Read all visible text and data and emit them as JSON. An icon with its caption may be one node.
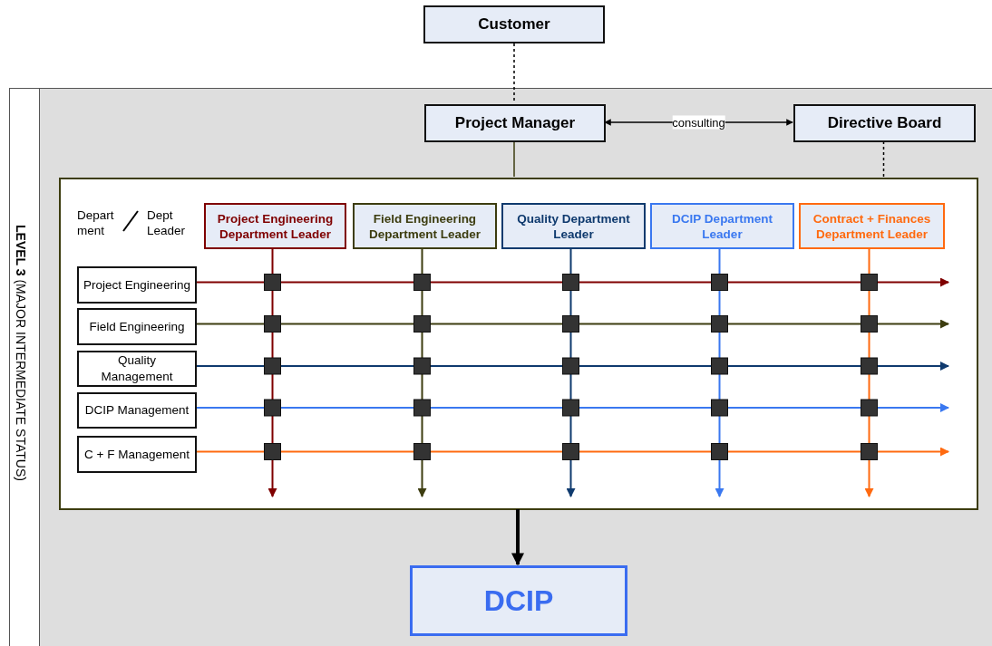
{
  "diagram": {
    "nodes": [
      {
        "text": [
          "Customer"
        ]
      },
      {
        "text": [
          "**LEVEL 3** (MAJOR INTERMEDIATE STATUS)"
        ]
      },
      {
        "text": [
          "Project Manager"
        ],
        "in": 1
      },
      {
        "text": [
          "Directive Board"
        ],
        "in": 1
      },
      {
        "text": [],
        "shape": "box",
        "in": 1
      },
      {
        "text": [
          "Project Engineering Department Leader"
        ],
        "in": 4
      },
      {
        "text": [
          "Field Engineering Department Leader"
        ],
        "in": 4
      },
      {
        "text": [
          "Quality Department Leader"
        ],
        "in": 4
      },
      {
        "text": [
          "DCIP Department Leader"
        ],
        "in": 4
      },
      {
        "text": [
          "Contract + Finances Department Leader"
        ],
        "in": 4
      },
      {
        "text": [
          "Project Engineering"
        ],
        "in": 4
      },
      {
        "text": [
          "Field Engineering"
        ],
        "in": 4
      },
      {
        "text": [
          "Quality Management"
        ],
        "in": 4
      },
      {
        "text": [
          "DCIP Management"
        ],
        "in": 4
      },
      {
        "text": [
          "C + F Management"
        ],
        "in": 4
      },
      {
        "text": [
          "DCIP"
        ],
        "in": 1
      }
    ],
    "edges": [
      {
        "from": 0,
        "to": 2,
        "arrow": "none",
        "style": "dashed"
      },
      {
        "from": 2,
        "to": 3,
        "arrow": "both",
        "label": "consulting"
      },
      {
        "from": 2,
        "to": 4,
        "arrow": "none",
        "color": "#3d3d10"
      },
      {
        "from": 3,
        "to": 4,
        "arrow": "none",
        "style": "dashed"
      },
      {
        "from": 4,
        "to": 15,
        "arrow": "to",
        "style": "thick"
      },
      {
        "from": 5,
        "to": null,
        "arrow": "to",
        "color": "#7f0000"
      },
      {
        "from": 6,
        "to": null,
        "arrow": "to",
        "color": "#3d3d10"
      },
      {
        "from": 7,
        "to": null,
        "arrow": "to",
        "color": "#0f3a6e"
      },
      {
        "from": 8,
        "to": null,
        "arrow": "to",
        "color": "#3a78f0"
      },
      {
        "from": 9,
        "to": null,
        "arrow": "to",
        "color": "#ff6a10"
      },
      {
        "from": 10,
        "to": null,
        "arrow": "to",
        "color": "#7f0000"
      },
      {
        "from": 11,
        "to": null,
        "arrow": "to",
        "color": "#3d3d10"
      },
      {
        "from": 12,
        "to": null,
        "arrow": "to",
        "color": "#0f3a6e"
      },
      {
        "from": 13,
        "to": null,
        "arrow": "to",
        "color": "#3a78f0"
      },
      {
        "from": 14,
        "to": null,
        "arrow": "to",
        "color": "#ff6a10"
      }
    ],
    "labels": [
      "Depart ment",
      "Dept Leader"
    ]
  }
}
